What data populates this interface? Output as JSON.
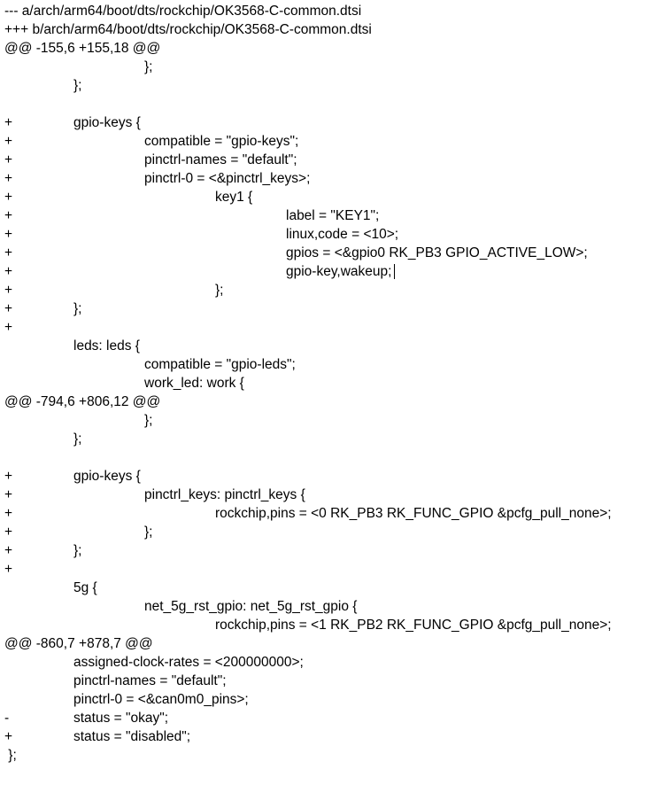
{
  "lines": [
    {
      "mark": "",
      "indent": 0,
      "text": "--- a/arch/arm64/boot/dts/rockchip/OK3568-C-common.dtsi"
    },
    {
      "mark": "",
      "indent": 0,
      "text": "+++ b/arch/arm64/boot/dts/rockchip/OK3568-C-common.dtsi"
    },
    {
      "mark": "",
      "indent": 0,
      "text": "@@ -155,6 +155,18 @@"
    },
    {
      "mark": "",
      "indent": 2,
      "text": "};"
    },
    {
      "mark": "",
      "indent": 1,
      "text": "};"
    },
    {
      "mark": "",
      "indent": 0,
      "text": ""
    },
    {
      "mark": "+",
      "indent": 1,
      "text": "gpio-keys {"
    },
    {
      "mark": "+",
      "indent": 2,
      "text": "compatible = \"gpio-keys\";"
    },
    {
      "mark": "+",
      "indent": 2,
      "text": "pinctrl-names = \"default\";"
    },
    {
      "mark": "+",
      "indent": 2,
      "text": "pinctrl-0 = <&pinctrl_keys>;"
    },
    {
      "mark": "+",
      "indent": 3,
      "text": "key1 {"
    },
    {
      "mark": "+",
      "indent": 4,
      "text": "label = \"KEY1\";"
    },
    {
      "mark": "+",
      "indent": 4,
      "text": "linux,code = <10>;"
    },
    {
      "mark": "+",
      "indent": 4,
      "text": "gpios = <&gpio0 RK_PB3 GPIO_ACTIVE_LOW>;"
    },
    {
      "mark": "+",
      "indent": 4,
      "text": "gpio-key,wakeup;"
    },
    {
      "mark": "+",
      "indent": 3,
      "text": "};"
    },
    {
      "mark": "+",
      "indent": 1,
      "text": "};"
    },
    {
      "mark": "+",
      "indent": 0,
      "text": ""
    },
    {
      "mark": "",
      "indent": 1,
      "text": "leds: leds {"
    },
    {
      "mark": "",
      "indent": 2,
      "text": "compatible = \"gpio-leds\";"
    },
    {
      "mark": "",
      "indent": 2,
      "text": "work_led: work {"
    },
    {
      "mark": "",
      "indent": 0,
      "text": "@@ -794,6 +806,12 @@"
    },
    {
      "mark": "",
      "indent": 2,
      "text": "};"
    },
    {
      "mark": "",
      "indent": 1,
      "text": "};"
    },
    {
      "mark": "",
      "indent": 0,
      "text": ""
    },
    {
      "mark": "+",
      "indent": 1,
      "text": "gpio-keys {"
    },
    {
      "mark": "+",
      "indent": 2,
      "text": "pinctrl_keys: pinctrl_keys {"
    },
    {
      "mark": "+",
      "indent": 3,
      "text": "rockchip,pins = <0 RK_PB3 RK_FUNC_GPIO &pcfg_pull_none>;"
    },
    {
      "mark": "+",
      "indent": 2,
      "text": "};"
    },
    {
      "mark": "+",
      "indent": 1,
      "text": "};"
    },
    {
      "mark": "+",
      "indent": 0,
      "text": ""
    },
    {
      "mark": "",
      "indent": 1,
      "text": "5g {"
    },
    {
      "mark": "",
      "indent": 2,
      "text": "net_5g_rst_gpio: net_5g_rst_gpio {"
    },
    {
      "mark": "",
      "indent": 3,
      "text": "rockchip,pins = <1 RK_PB2 RK_FUNC_GPIO &pcfg_pull_none>;"
    },
    {
      "mark": "",
      "indent": 0,
      "text": "@@ -860,7 +878,7 @@"
    },
    {
      "mark": "",
      "indent": 1,
      "text": "assigned-clock-rates = <200000000>;"
    },
    {
      "mark": "",
      "indent": 1,
      "text": "pinctrl-names = \"default\";"
    },
    {
      "mark": "",
      "indent": 1,
      "text": "pinctrl-0 = <&can0m0_pins>;"
    },
    {
      "mark": "-",
      "indent": 1,
      "text": "status = \"okay\";"
    },
    {
      "mark": "+",
      "indent": 1,
      "text": "status = \"disabled\";"
    },
    {
      "mark": "",
      "indent": 0,
      "text": " };"
    }
  ]
}
